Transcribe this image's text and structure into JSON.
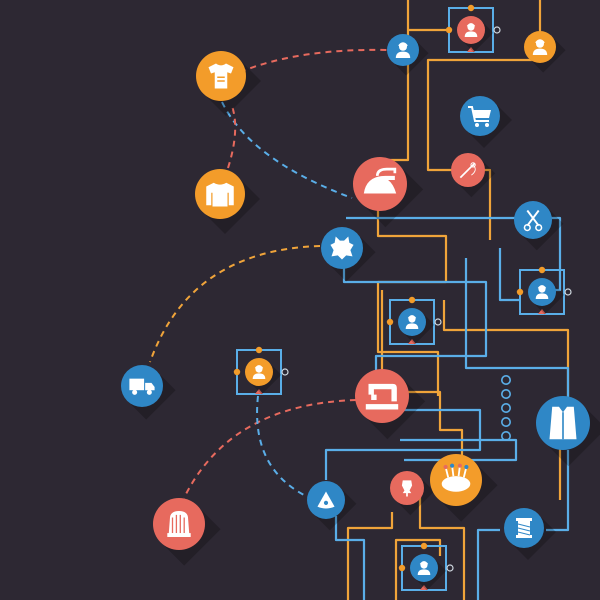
{
  "colors": {
    "background": "#2d2833",
    "orange": "#f39c2a",
    "blue": "#2f87c6",
    "red": "#e76a5e",
    "line_orange": "#f0a43a",
    "line_blue": "#5aaee8",
    "icon_white": "#ffffff"
  },
  "nodes": [
    {
      "id": "tshirt",
      "icon": "tshirt-icon",
      "color": "orange"
    },
    {
      "id": "sweater",
      "icon": "sweater-icon",
      "color": "orange"
    },
    {
      "id": "iron",
      "icon": "iron-icon",
      "color": "red"
    },
    {
      "id": "leather",
      "icon": "leather-hide-icon",
      "color": "blue"
    },
    {
      "id": "truck",
      "icon": "delivery-truck-icon",
      "color": "blue"
    },
    {
      "id": "sewing-machine",
      "icon": "sewing-machine-icon",
      "color": "red"
    },
    {
      "id": "thimble",
      "icon": "thimble-icon",
      "color": "red"
    },
    {
      "id": "tailors-chalk",
      "icon": "tailors-chalk-icon",
      "color": "blue"
    },
    {
      "id": "mannequin",
      "icon": "mannequin-icon",
      "color": "red"
    },
    {
      "id": "pincushion",
      "icon": "pincushion-icon",
      "color": "orange"
    },
    {
      "id": "thread-spool",
      "icon": "thread-spool-icon",
      "color": "blue"
    },
    {
      "id": "dress-pattern",
      "icon": "dress-pattern-icon",
      "color": "blue"
    },
    {
      "id": "shopping-cart",
      "icon": "shopping-cart-icon",
      "color": "blue"
    },
    {
      "id": "sewing-needle",
      "icon": "needle-icon",
      "color": "red"
    },
    {
      "id": "scissors",
      "icon": "scissors-icon",
      "color": "blue"
    },
    {
      "id": "person-top-blue",
      "icon": "person-icon",
      "color": "blue"
    },
    {
      "id": "person-top-boxed",
      "icon": "person-icon",
      "color": "red"
    },
    {
      "id": "person-top-orange",
      "icon": "person-icon",
      "color": "orange"
    },
    {
      "id": "person-right-boxed",
      "icon": "person-icon",
      "color": "blue"
    },
    {
      "id": "person-mid-boxed",
      "icon": "person-icon",
      "color": "blue"
    },
    {
      "id": "person-left-boxed",
      "icon": "person-icon",
      "color": "orange"
    },
    {
      "id": "person-bottom-boxed",
      "icon": "person-icon",
      "color": "blue"
    }
  ]
}
